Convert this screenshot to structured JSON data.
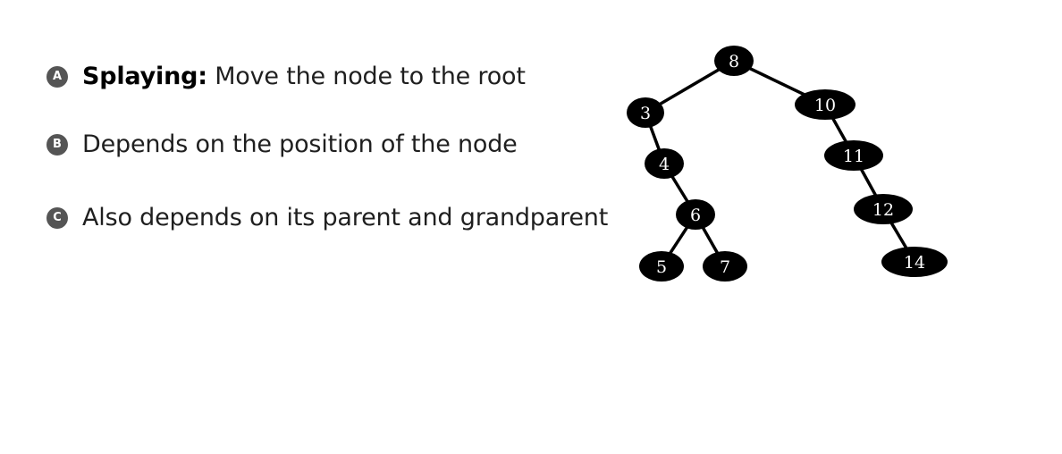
{
  "bullets": [
    {
      "marker": "A",
      "bold": "Splaying:",
      "text": " Move the node to the root"
    },
    {
      "marker": "B",
      "bold": "",
      "text": "Depends on the position of the node"
    },
    {
      "marker": "C",
      "bold": "",
      "text": "Also depends on its parent and grandparent"
    }
  ],
  "tree": {
    "nodes": [
      "8",
      "3",
      "10",
      "4",
      "11",
      "6",
      "12",
      "5",
      "7",
      "14"
    ],
    "edges": [
      [
        "8",
        "3"
      ],
      [
        "8",
        "10"
      ],
      [
        "3",
        "4"
      ],
      [
        "4",
        "6"
      ],
      [
        "6",
        "5"
      ],
      [
        "6",
        "7"
      ],
      [
        "10",
        "11"
      ],
      [
        "11",
        "12"
      ],
      [
        "12",
        "14"
      ]
    ]
  }
}
